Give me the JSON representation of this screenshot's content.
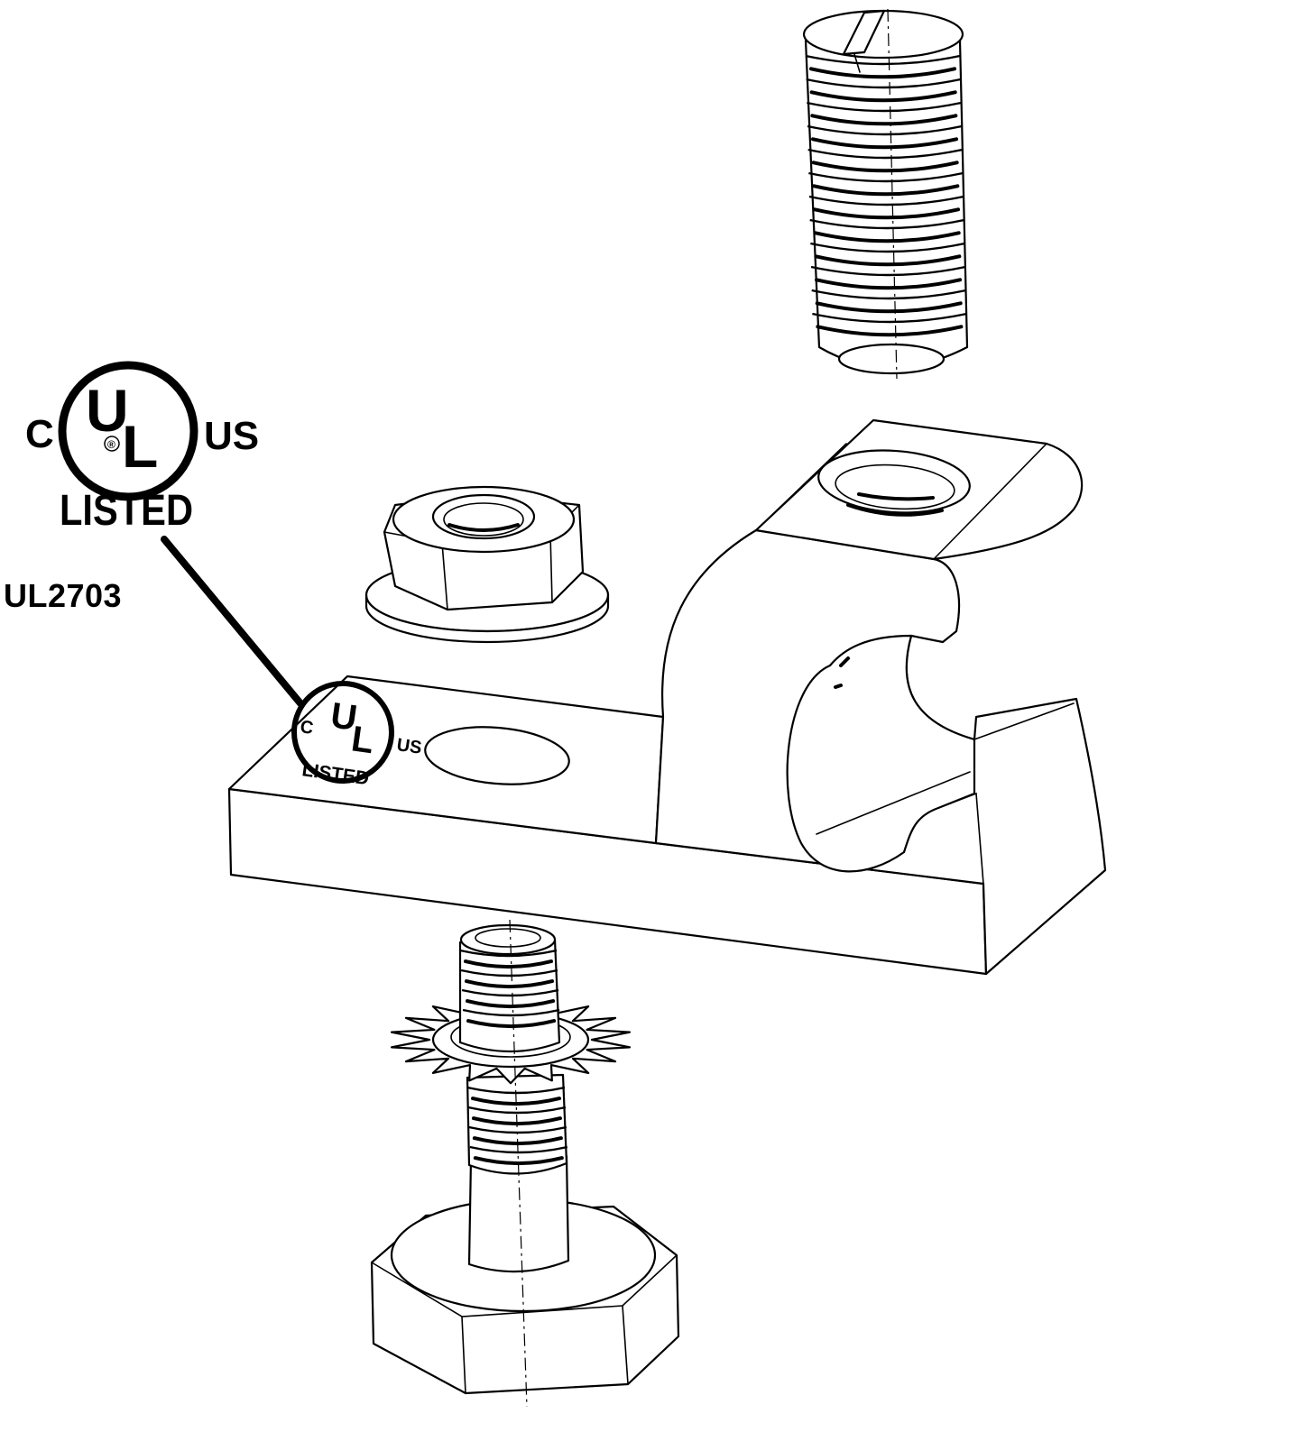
{
  "certification": {
    "mark": {
      "prefix": "C",
      "initials_u": "U",
      "initials_l": "L",
      "registered": "®",
      "suffix": "US",
      "status": "LISTED"
    },
    "standard": "UL2703"
  },
  "parts": [
    {
      "name": "set-screw",
      "icon": "slotted-set-screw"
    },
    {
      "name": "flange-nut",
      "icon": "hex-flange-nut"
    },
    {
      "name": "lay-in-lug",
      "icon": "lay-in-lug-body"
    },
    {
      "name": "mounting-bolt",
      "icon": "hex-head-bolt"
    },
    {
      "name": "star-washer",
      "icon": "external-tooth-lock-washer"
    }
  ],
  "colors": {
    "line": "#000000",
    "background": "#ffffff"
  }
}
